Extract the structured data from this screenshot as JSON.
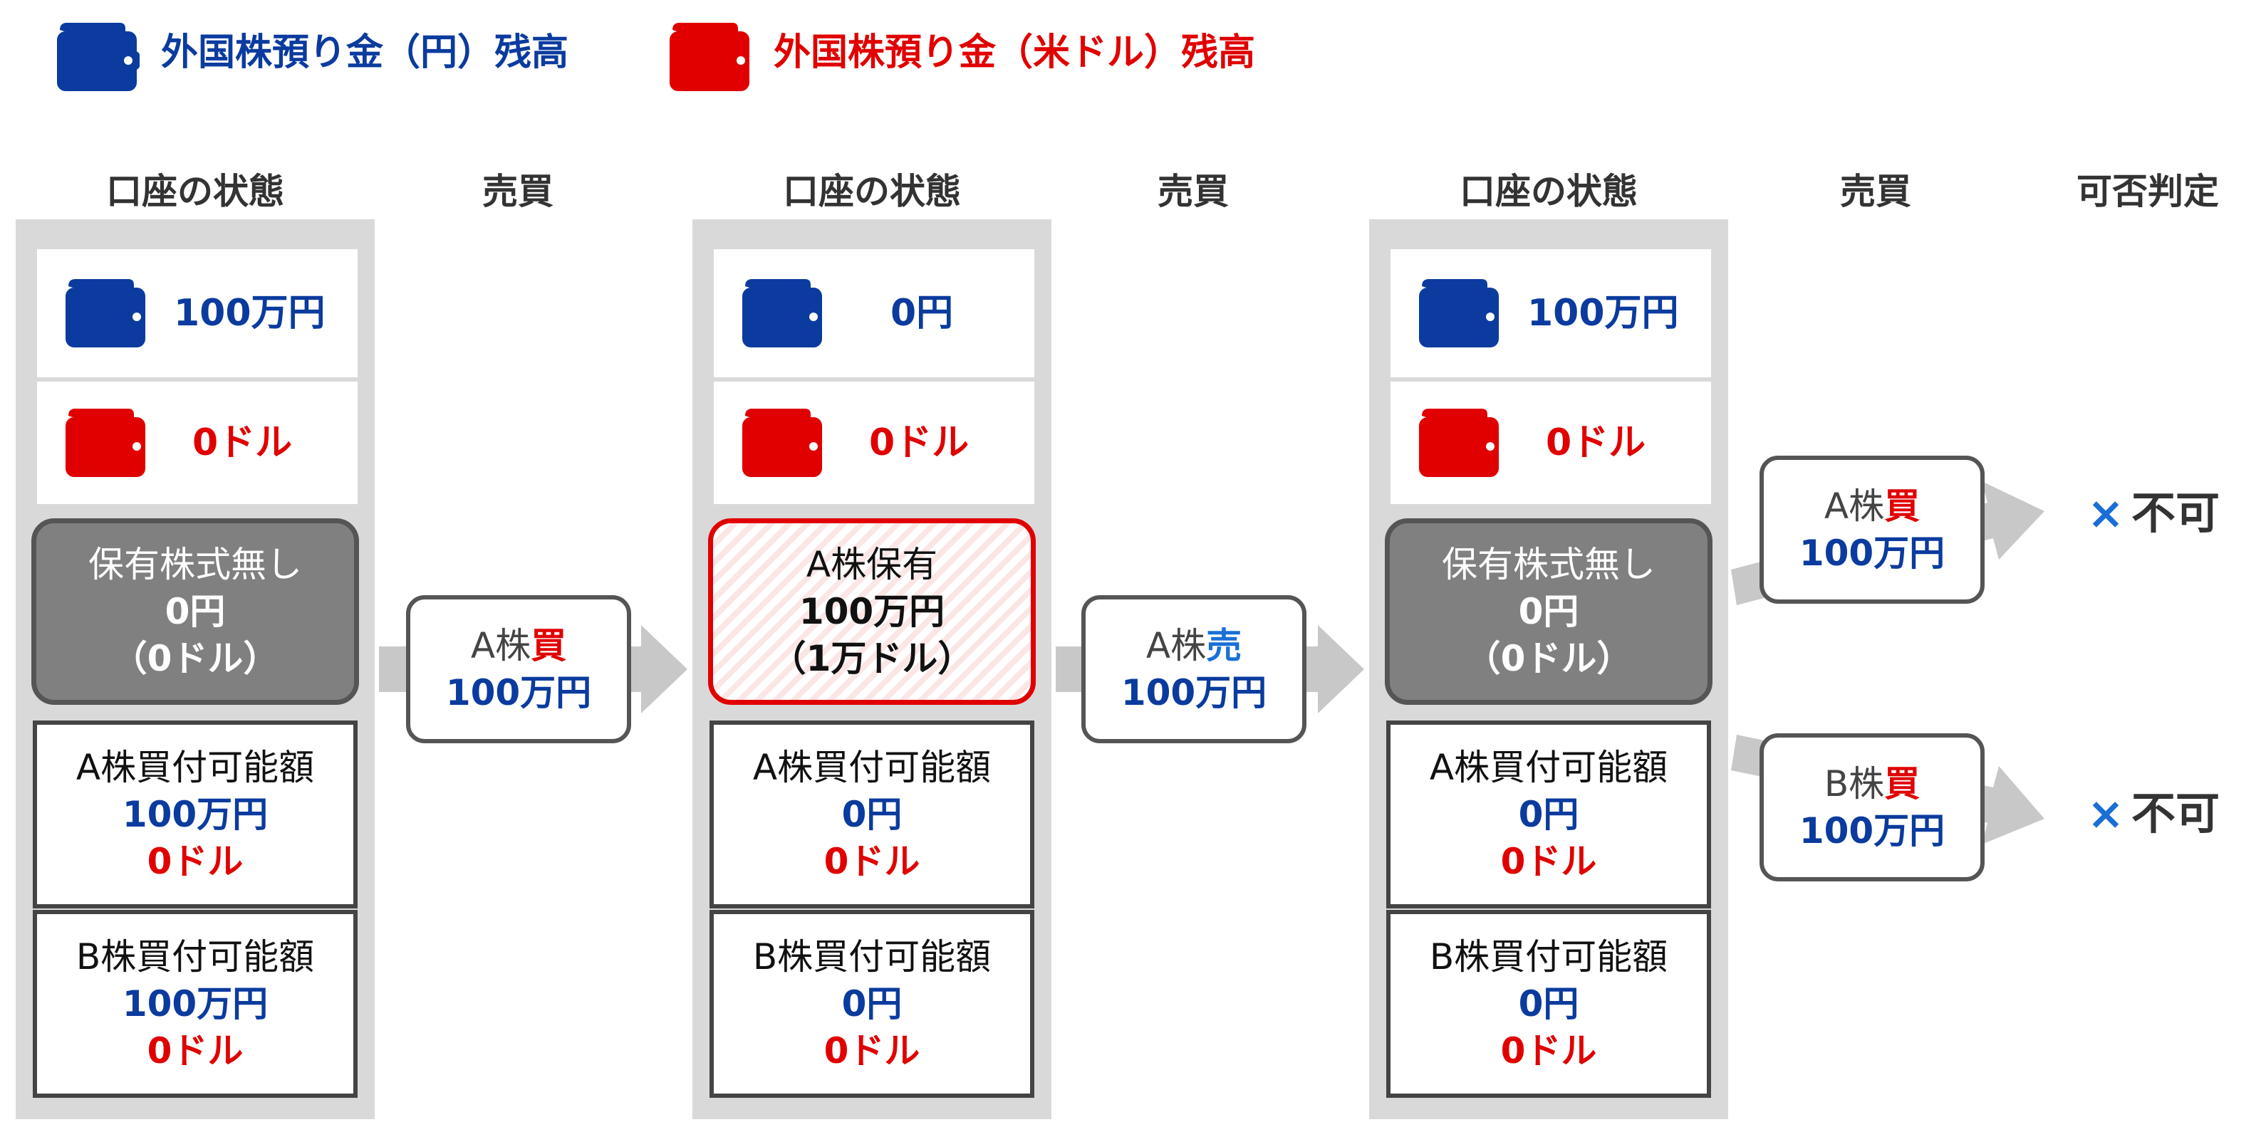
{
  "colors": {
    "yen": "#0b3b9e",
    "usd": "#e00000",
    "sell": "#1a6fd6",
    "gray": "#808080",
    "panel": "#d9d9d9"
  },
  "legend": {
    "yen_label": "外国株預り金（円）残高",
    "usd_label": "外国株預り金（米ドル）残高",
    "yen_icon": "wallet-icon-blue",
    "usd_icon": "wallet-icon-red"
  },
  "headers": {
    "account_state": "口座の状態",
    "trade": "売買",
    "judgement": "可否判定"
  },
  "states": [
    {
      "yen": "100万円",
      "usd": "0ドル",
      "holding": {
        "line1": "保有株式無し",
        "line2": "0円",
        "line3": "（0ドル）"
      },
      "a_power": {
        "label": "A株買付可能額",
        "yen": "100万円",
        "usd": "0ドル"
      },
      "b_power": {
        "label": "B株買付可能額",
        "yen": "100万円",
        "usd": "0ドル"
      }
    },
    {
      "yen": "0円",
      "usd": "0ドル",
      "holding": {
        "line1": "A株保有",
        "line2": "100万円",
        "line3": "（1万ドル）"
      },
      "a_power": {
        "label": "A株買付可能額",
        "yen": "0円",
        "usd": "0ドル"
      },
      "b_power": {
        "label": "B株買付可能額",
        "yen": "0円",
        "usd": "0ドル"
      }
    },
    {
      "yen": "100万円",
      "usd": "0ドル",
      "holding": {
        "line1": "保有株式無し",
        "line2": "0円",
        "line3": "（0ドル）"
      },
      "a_power": {
        "label": "A株買付可能額",
        "yen": "0円",
        "usd": "0ドル"
      },
      "b_power": {
        "label": "B株買付可能額",
        "yen": "0円",
        "usd": "0ドル"
      }
    }
  ],
  "trades": [
    {
      "stock": "A株",
      "action": "買",
      "amount": "100万円"
    },
    {
      "stock": "A株",
      "action": "売",
      "amount": "100万円"
    },
    {
      "stock": "A株",
      "action": "買",
      "amount": "100万円"
    },
    {
      "stock": "B株",
      "action": "買",
      "amount": "100万円"
    }
  ],
  "results": [
    {
      "mark": "×",
      "text": "不可"
    },
    {
      "mark": "×",
      "text": "不可"
    }
  ]
}
